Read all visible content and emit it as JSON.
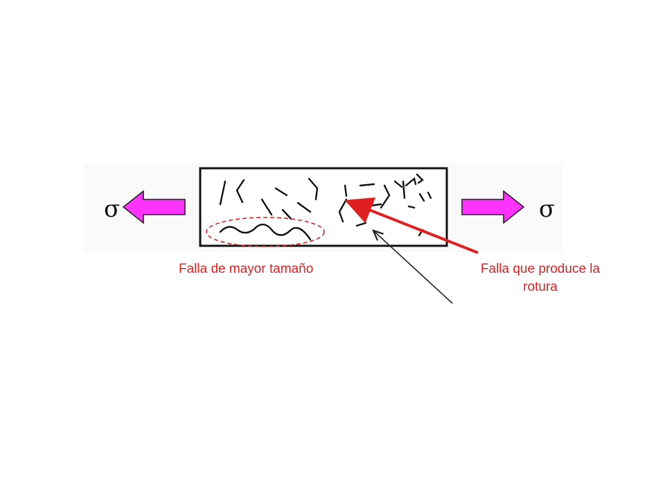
{
  "diagram": {
    "stress_symbol_left": "σ",
    "stress_symbol_right": "σ",
    "label_largest_flaw": "Falla de mayor tamaño",
    "label_fracture_flaw_line1": "Falla que produce la",
    "label_fracture_flaw_line2": "rotura"
  },
  "colors": {
    "arrow_fill": "#ff33ff",
    "annotation_red": "#e02020",
    "crack_black": "#111111",
    "pointer_line": "#222222"
  }
}
